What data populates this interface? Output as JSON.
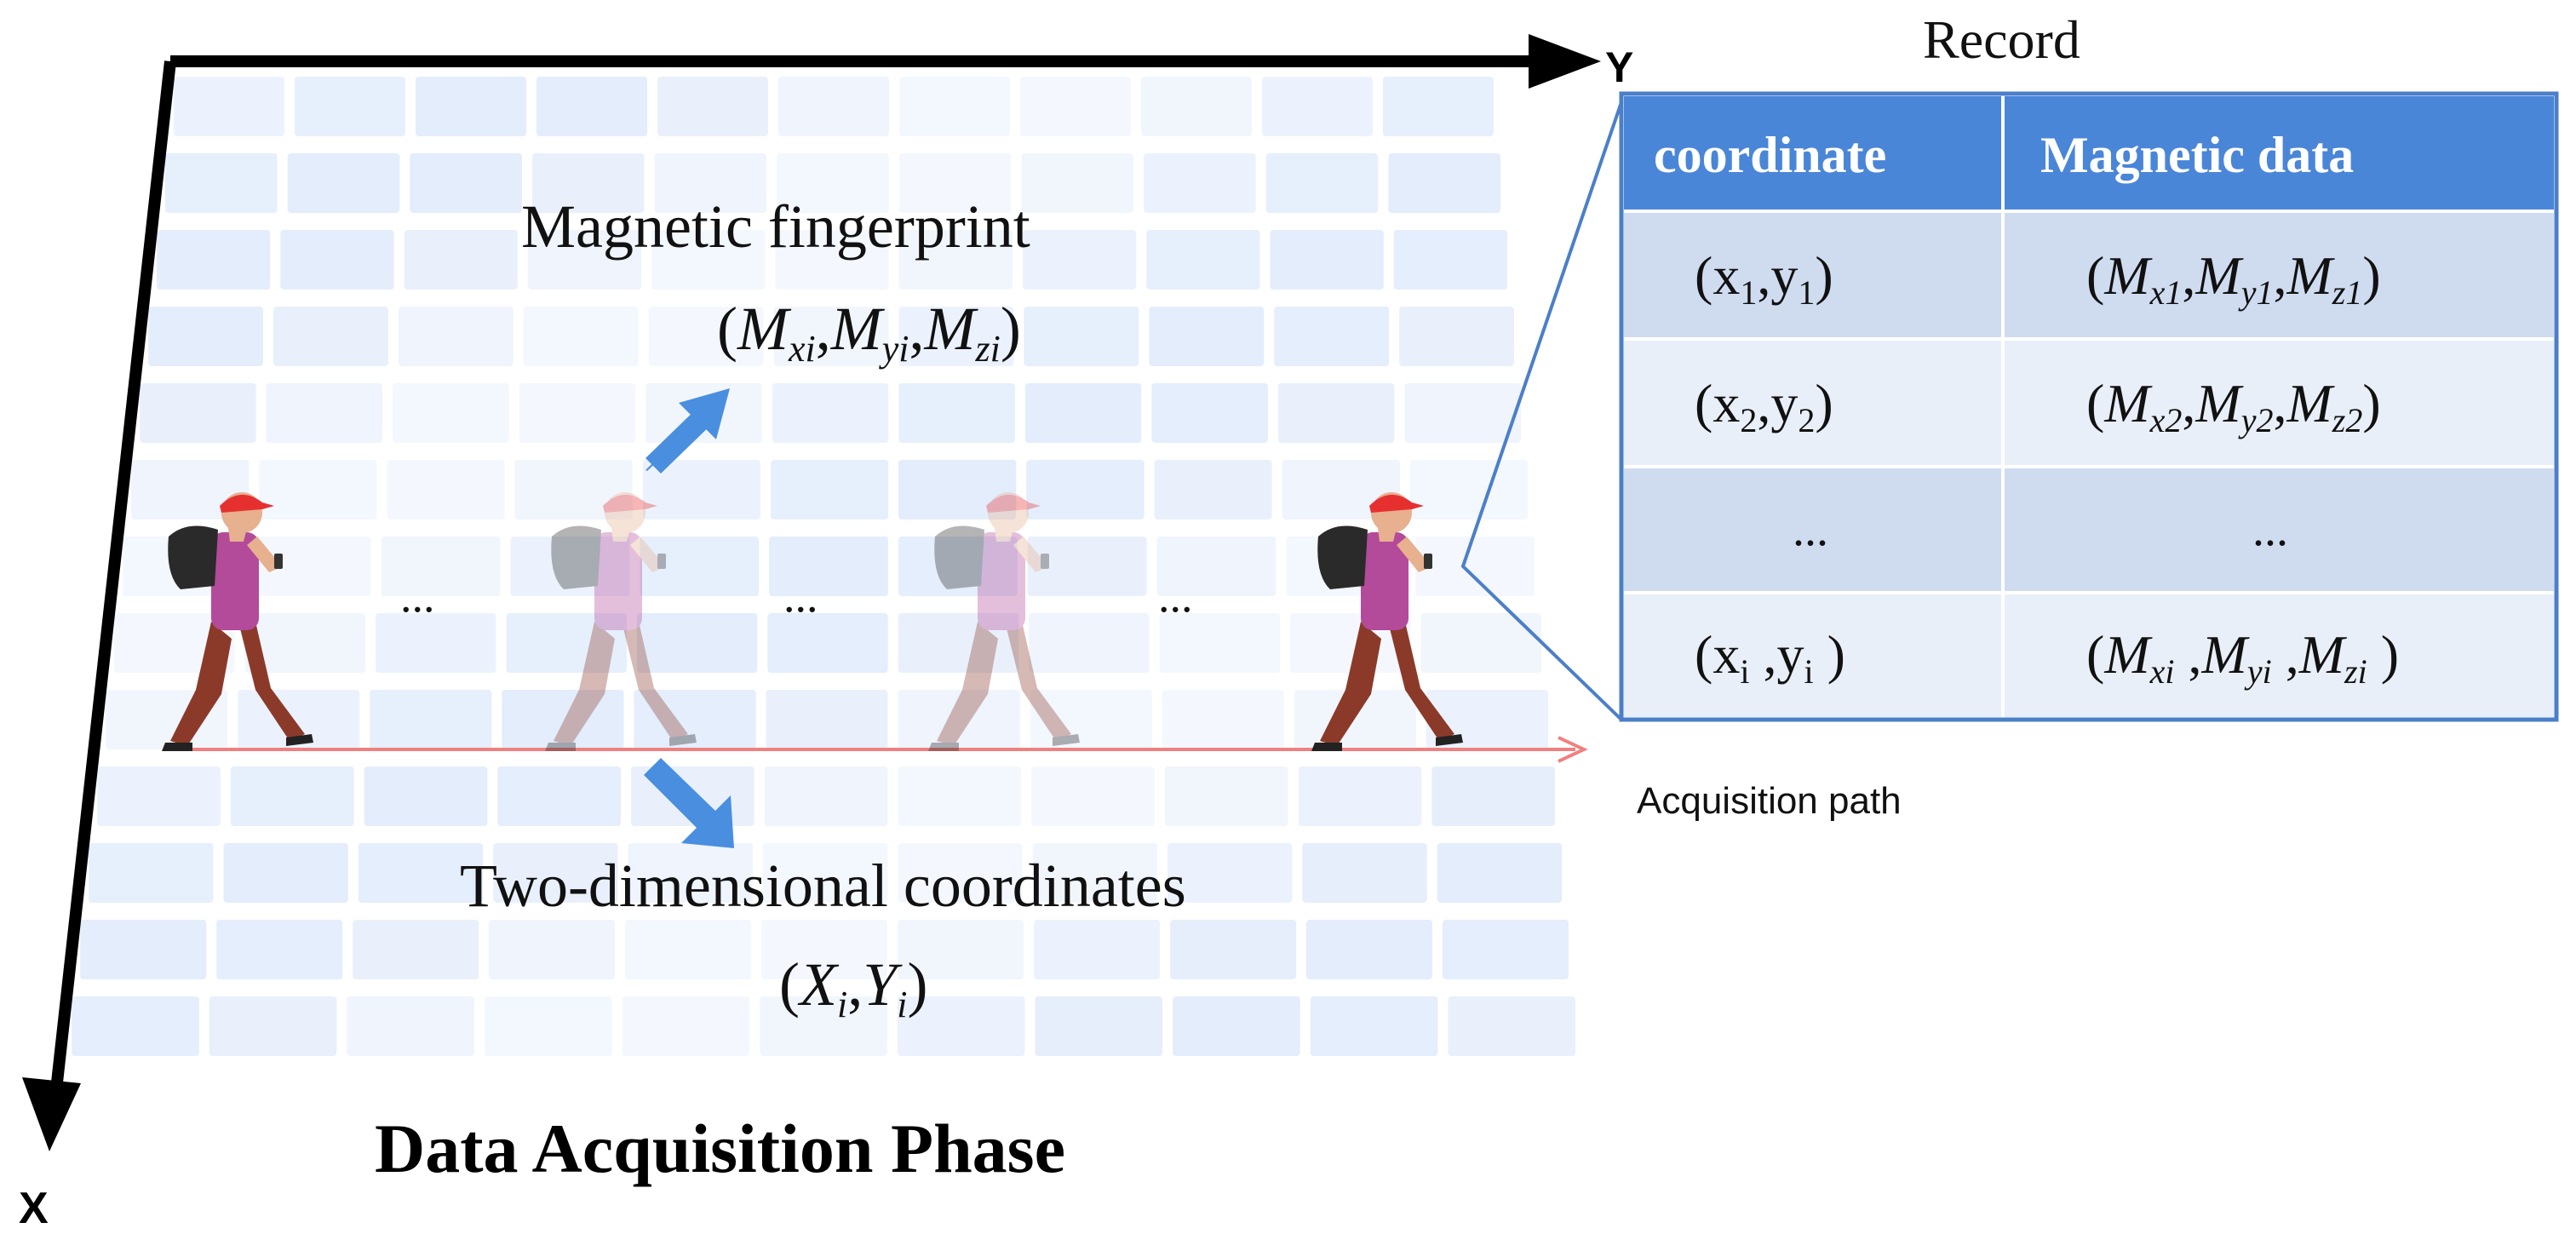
{
  "axes": {
    "x_label": "X",
    "y_label": "Y"
  },
  "fingerprint": {
    "title": "Magnetic fingerprint",
    "formula": "(M_xi, M_yi, M_zi)"
  },
  "coords": {
    "title": "Two-dimensional coordinates",
    "formula": "(X_i, Y_i)"
  },
  "ellipsis": "...",
  "path_label": "Acquisition path",
  "phase_title": "Data Acquisition Phase",
  "record": {
    "title": "Record",
    "headers": [
      "coordinate",
      "Magnetic data"
    ],
    "rows": [
      [
        "(x1,y1)",
        "(Mx1,My1,Mz1)"
      ],
      [
        "(x2,y2)",
        "(Mx2,My2,Mz2)"
      ],
      [
        "...",
        "..."
      ],
      [
        "(xi ,yi )",
        "(Mxi ,Myi ,Mzi )"
      ]
    ]
  },
  "colors": {
    "header_bg": "#4a86d8",
    "row_dark": "#cfdcf0",
    "row_light": "#e9eff8",
    "table_border": "#4b7fc9",
    "floor_tile": "#dce8fb",
    "arrow_blue": "#4a8fdf",
    "path_line": "#f08080",
    "shirt": "#b34a9a",
    "pants": "#8b3a2a",
    "cap": "#e63030"
  }
}
